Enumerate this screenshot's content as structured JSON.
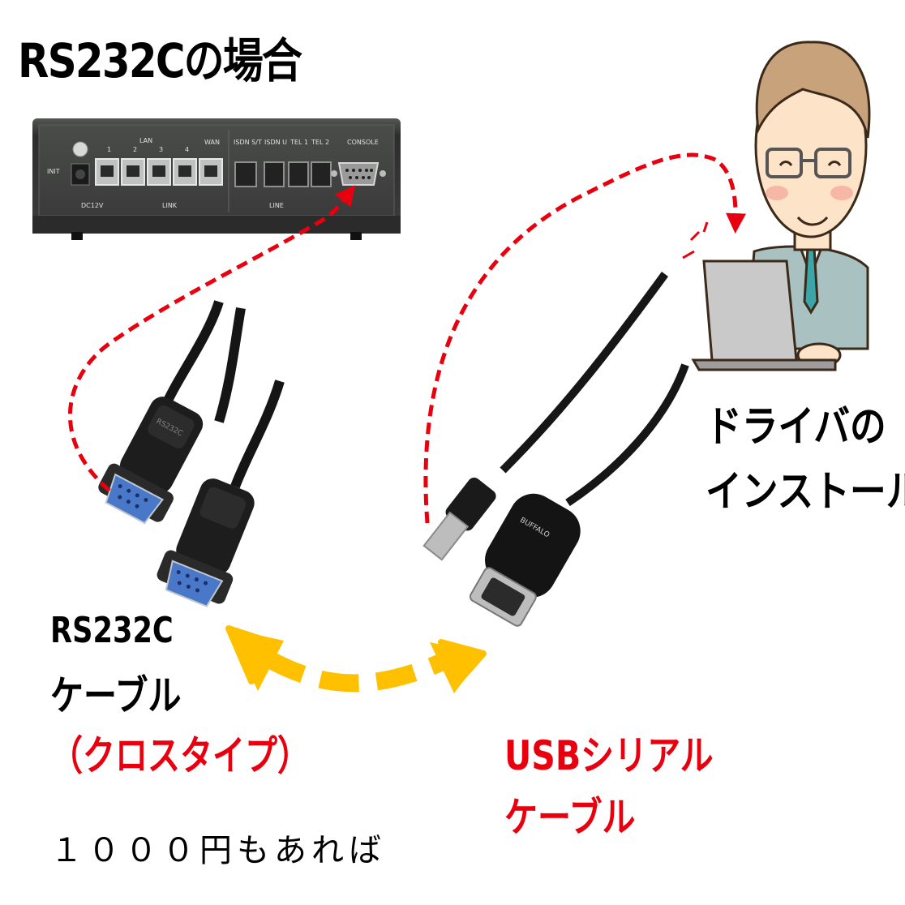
{
  "title": "RS232Cの場合",
  "router": {
    "port_labels": [
      "LAN",
      "1",
      "2",
      "3",
      "4",
      "WAN",
      "ISDN S/T",
      "ISDN U",
      "TEL 1",
      "TEL 2",
      "CONSOLE",
      "INIT",
      "DC12V",
      "LINK",
      "LINE"
    ]
  },
  "rs232c_cable": {
    "label_line1": "RS232C",
    "label_line2": "ケーブル",
    "label_line3": "（クロスタイプ）",
    "connector_text": "RS232C",
    "price_note": "１０００円もあれば"
  },
  "usb_serial_cable": {
    "label_line1": "USBシリアル",
    "label_line2": "ケーブル",
    "brand": "BUFFALO"
  },
  "driver": {
    "label_line1": "ドライバの",
    "label_line2": "インストール"
  },
  "colors": {
    "dashed_line": "#e8000e",
    "exchange_arrow": "#ffc000",
    "red_label": "#e8000e",
    "router_body": "#3a3b3a",
    "skin": "#fde3c7",
    "hair": "#c8a27a",
    "suit": "#a9c1c0"
  }
}
